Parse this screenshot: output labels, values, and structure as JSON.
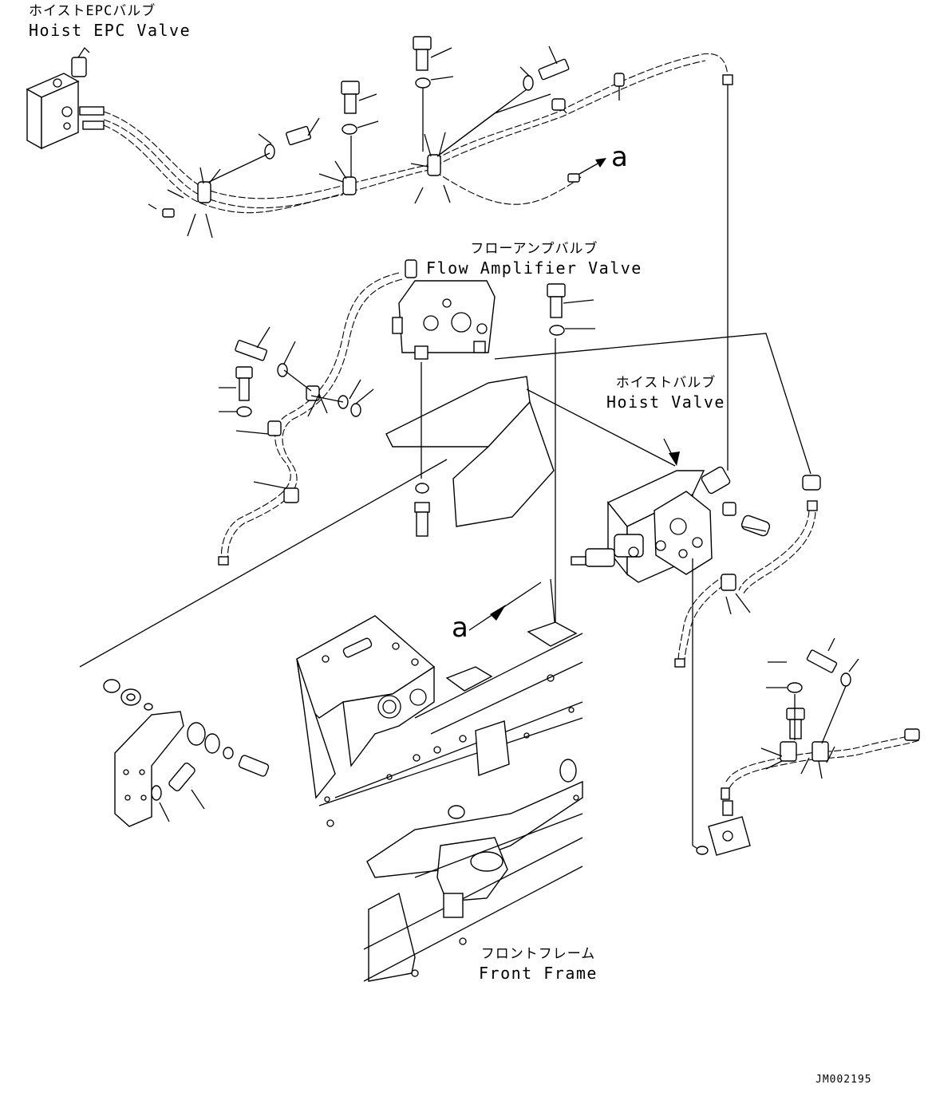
{
  "labels": {
    "hoist_epc_valve": {
      "jp": "ホイストEPCバルブ",
      "en": "Hoist EPC Valve"
    },
    "flow_amplifier_valve": {
      "jp": "フローアンプバルブ",
      "en": "Flow Amplifier Valve"
    },
    "hoist_valve": {
      "jp": "ホイストバルブ",
      "en": "Hoist Valve"
    },
    "front_frame": {
      "jp": "フロントフレーム",
      "en": "Front Frame"
    }
  },
  "references": {
    "connection_a_top": "a",
    "connection_a_middle": "a"
  },
  "drawing_code": "JM002195"
}
